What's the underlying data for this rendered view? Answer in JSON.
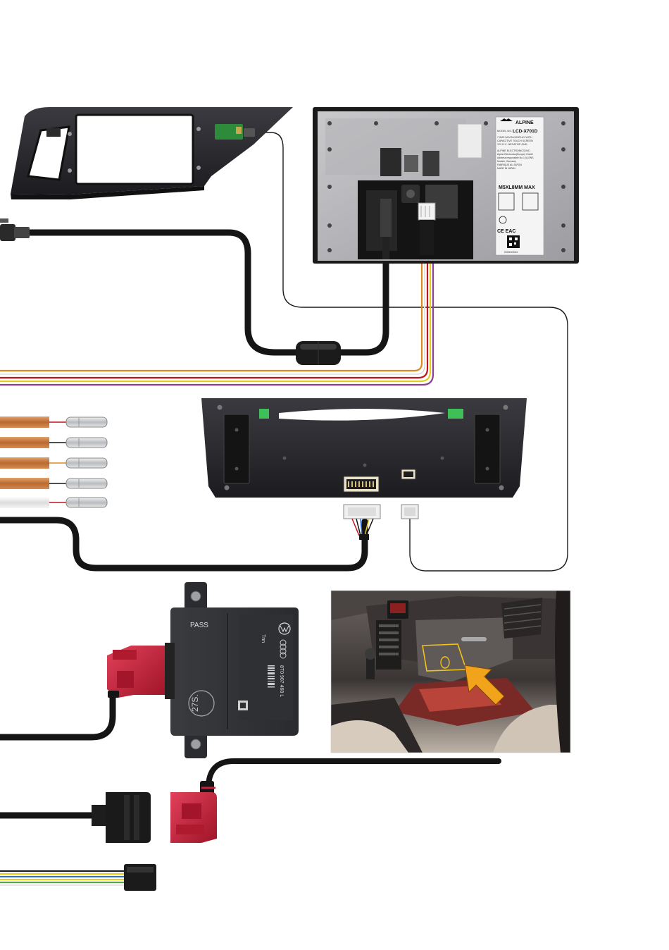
{
  "display_unit": {
    "brand": "ALPINE",
    "model_prefix": "MODEL NO.",
    "model": "LCD-X701D",
    "spec_lines": [
      "7 INCH WVGA DISPLAY WITH",
      "CAPACITIVE TOUCH SCREEN",
      "12V D.C. NEGATIVE GND."
    ],
    "company_lines": [
      "ALPINE ELECTRONICS,INC.",
      "Alpine Electronics(Europe) GmbH",
      "Address responsible No.1 ILLENS",
      "Munich, Germany",
      "FABRIQUE AU JAPON",
      "MADE IN JAPAN"
    ],
    "screw_spec": "M5XL8MM MAX",
    "cert_marks": "CE EAC",
    "barcode_text": "0000K00010"
  },
  "gateway_module": {
    "label_pass": "PASS",
    "label_number": "27S.",
    "part_text": "8T0 907 468 L",
    "tag": "Tnn"
  },
  "colors": {
    "cable_black": "#151515",
    "wire_orange": "#e08a1e",
    "wire_red": "#c1121f",
    "wire_purple": "#8e3f8f",
    "wire_white": "#f4f4f4",
    "wire_yellow": "#e3cf1b",
    "wire_blue": "#2f6fd6",
    "wire_green": "#4caa3a",
    "copper": "#c77a3f",
    "connector_red": "#c8203a",
    "panel_dark": "#26262b",
    "arrow_yellow": "#f1a31c",
    "pcb_green": "#2e8b3c"
  },
  "icons": [
    "alpine-logo",
    "qr-code-icon",
    "audi-rings-logo",
    "vw-logo",
    "arrow-icon"
  ]
}
